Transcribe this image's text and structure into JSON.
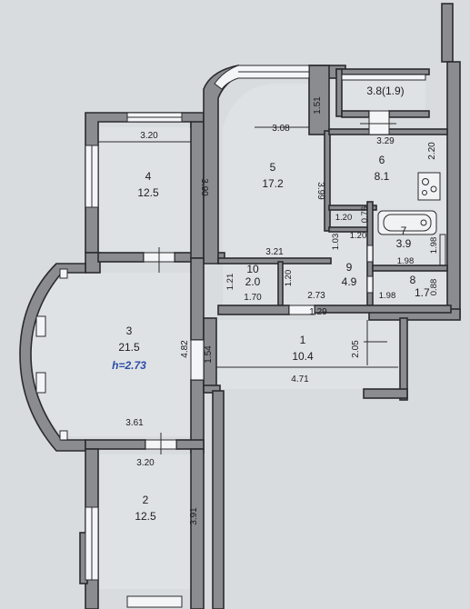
{
  "plan": {
    "ceiling_height": "h=2.73",
    "rooms": [
      {
        "id": "room-1",
        "number": "1",
        "area": "10.4"
      },
      {
        "id": "room-2",
        "number": "2",
        "area": "12.5"
      },
      {
        "id": "room-3",
        "number": "3",
        "area": "21.5"
      },
      {
        "id": "room-4",
        "number": "4",
        "area": "12.5"
      },
      {
        "id": "room-5",
        "number": "5",
        "area": "17.2"
      },
      {
        "id": "room-6",
        "number": "6",
        "area": "8.1"
      },
      {
        "id": "room-7",
        "number": "7",
        "area": "3.9"
      },
      {
        "id": "room-8",
        "number": "8",
        "area": "1.7"
      },
      {
        "id": "room-9",
        "number": "9",
        "area": "4.9"
      },
      {
        "id": "room-10",
        "number": "10",
        "area": "2.0"
      }
    ],
    "balcony_label": "3.8(1.9)",
    "dimensions": {
      "room4_width": "3.20",
      "room4_height": "3.90",
      "room5_width": "3.08",
      "room5_height": "3.99",
      "room5_notch": "1.51",
      "room5_bottom": "3.21",
      "room6_width": "3.29",
      "room6_height": "2.20",
      "room6_notch": "0.76",
      "corridor_1_20a": "1.20",
      "corridor_1_20b": "1.20",
      "room9_side": "1.03",
      "room7_width": "1.98",
      "room7_height": "1.98",
      "room8_width": "1.98",
      "room8_height": "0.88",
      "room10_left": "1.21",
      "room10_right": "1.20",
      "room10_bottom": "1.70",
      "room9_bottom": "2.73",
      "hall_top": "1.29",
      "hall_height": "2.05",
      "hall_width": "4.71",
      "hall_left": "1.54",
      "room3_right": "4.82",
      "room3_bottom": "3.61",
      "room2_width": "3.20",
      "room2_height": "3.91"
    }
  }
}
